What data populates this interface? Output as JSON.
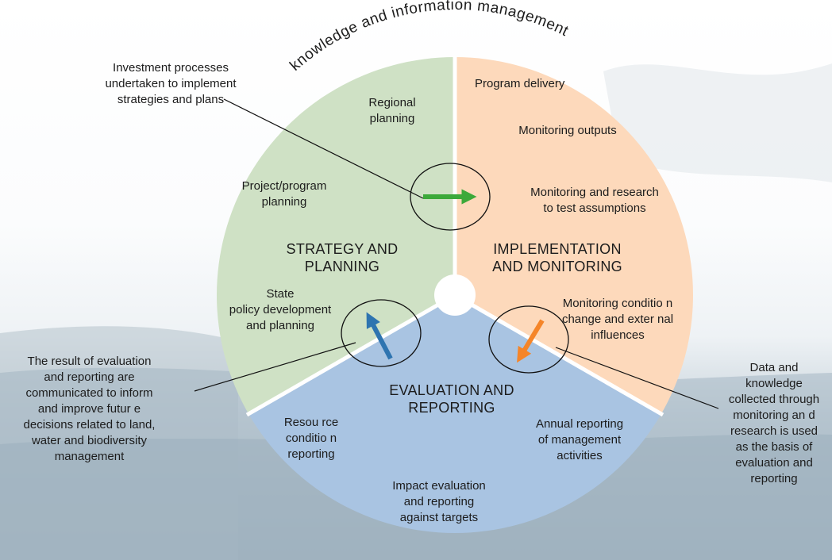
{
  "colors": {
    "strategy_fill": "#cfe1c5",
    "implementation_fill": "#fdd9bb",
    "evaluation_fill": "#a9c4e2",
    "green_arrow": "#3ca93a",
    "blue_arrow": "#2e74b0",
    "orange_arrow": "#f58529",
    "separator": "#ffffff"
  },
  "ring_label": "knowledge and information management",
  "sectors": {
    "strategy": {
      "title": "STRATEGY AND\nPLANNING",
      "items": [
        "Regional\nplanning",
        "Project/program\nplanning",
        "State\npolicy development\nand planning"
      ]
    },
    "implementation": {
      "title": "IMPLEMENTATION\nAND MONITORING",
      "items": [
        "Program delivery",
        "Monitoring outputs",
        "Monitoring and research\nto test assumptions",
        "Monitoring conditio  n\nchange and exter  nal\ninfluences"
      ]
    },
    "evaluation": {
      "title": "EVALUATION AND\nREPORTING",
      "items": [
        "Resou rce\nconditio n\nreporting",
        "Annual reporting\nof management\nactivities",
        "Impact evaluation\nand  reporting\nagainst targets"
      ]
    }
  },
  "callouts": {
    "investment": "Investment processes\nundertaken to implement\nstrategies and plans",
    "result": "The result of evaluation\nand reporting are\ncommunicated to inform\nand improve futur e\ndecisions related to land,\nwater and biodiversity\nmanagement",
    "data": "Data and\nknowledge\ncollected through\nmonitoring an d\nresearch is used\nas the basis of\nevaluation and\nreporting"
  }
}
